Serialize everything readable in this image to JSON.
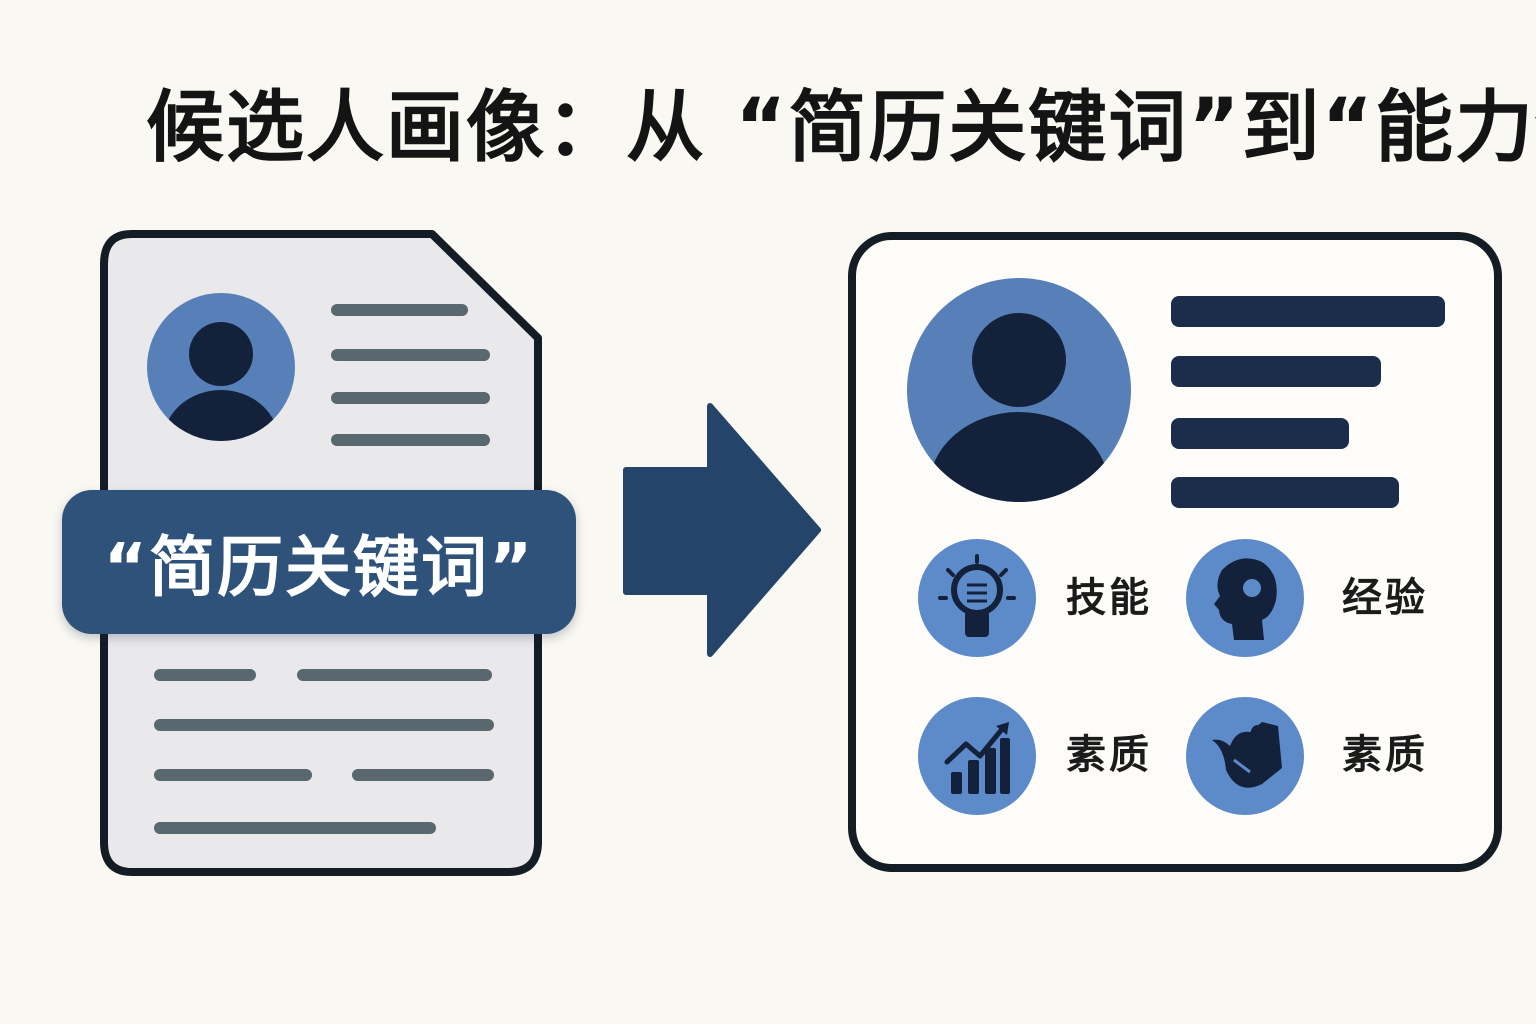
{
  "title": "候选人画像：从 “简历关键词”到“能力全景图",
  "resume": {
    "keyword_badge": "“简历关键词”"
  },
  "profile": {
    "categories": [
      {
        "label": "技能",
        "icon": "lightbulb-icon"
      },
      {
        "label": "经验",
        "icon": "head-profile-icon"
      },
      {
        "label": "素质",
        "icon": "growth-chart-icon"
      },
      {
        "label": "素质",
        "icon": "mountain-climb-icon"
      }
    ]
  },
  "colors": {
    "background": "#faf8f2",
    "navy": "#1b2d4b",
    "avatar_blue": "#5780b8",
    "icon_blue": "#5d8bc9",
    "badge": "#2f527b",
    "arrow": "#24446a",
    "resume_paper": "#e9e9eb",
    "resume_lines": "#59676f"
  }
}
